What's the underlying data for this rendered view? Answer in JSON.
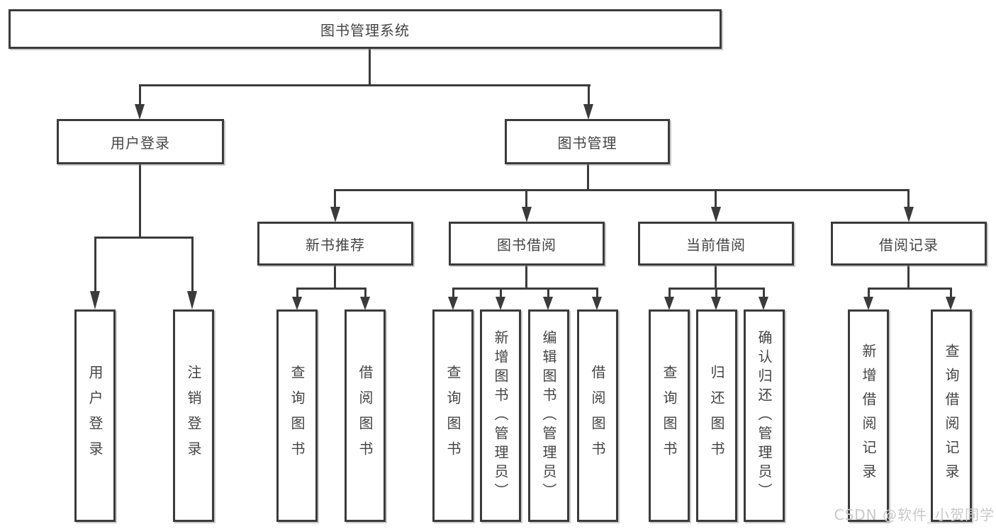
{
  "diagram": {
    "root": {
      "label": "图书管理系统"
    },
    "branches": [
      {
        "label": "用户登录",
        "children": [
          {
            "label": "用户登录"
          },
          {
            "label": "注销登录"
          }
        ]
      },
      {
        "label": "图书管理",
        "children": [
          {
            "label": "新书推荐",
            "children": [
              {
                "label": "查询图书"
              },
              {
                "label": "借阅图书"
              }
            ]
          },
          {
            "label": "图书借阅",
            "children": [
              {
                "label": "查询图书"
              },
              {
                "label": "新增图书（管理员）"
              },
              {
                "label": "编辑图书（管理员）"
              },
              {
                "label": "借阅图书"
              }
            ]
          },
          {
            "label": "当前借阅",
            "children": [
              {
                "label": "查询图书"
              },
              {
                "label": "归还图书"
              },
              {
                "label": "确认归还（管理员）"
              }
            ]
          },
          {
            "label": "借阅记录",
            "children": [
              {
                "label": "新增借阅记录"
              },
              {
                "label": "查询借阅记录"
              }
            ]
          }
        ]
      }
    ],
    "watermark": "CSDN @软件_小贺同学",
    "colors": {
      "line": "#3b3b3b",
      "text": "#444444",
      "watermark": "#c9c9c9",
      "background": "#ffffff"
    }
  }
}
